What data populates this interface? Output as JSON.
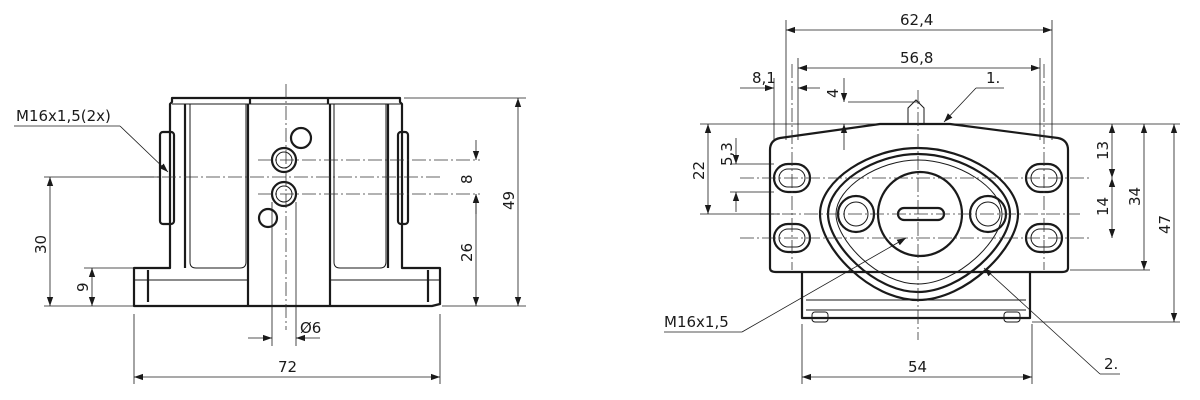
{
  "side_view": {
    "thread_callout": "M16x1,5(2x)",
    "dim_width": "72",
    "dim_total_height": "49",
    "dim_port_height": "30",
    "dim_base_height": "9",
    "dim_port_spacing": "8",
    "dim_port_center": "26",
    "dim_hole_dia": "Ø6"
  },
  "front_view": {
    "dim_overall_width": "62,4",
    "dim_hole_spacing": "56,8",
    "dim_edge_offset": "8,1",
    "dim_top_offset": "4",
    "dim_slot_offset": "5,3",
    "dim_upper_height": "22",
    "dim_top_to_hole": "13",
    "dim_hole_vertical": "14",
    "dim_total_34": "34",
    "dim_total_47": "47",
    "dim_bottom_width": "54",
    "thread_callout": "M16x1,5",
    "callout_1": "1.",
    "callout_2": "2."
  }
}
